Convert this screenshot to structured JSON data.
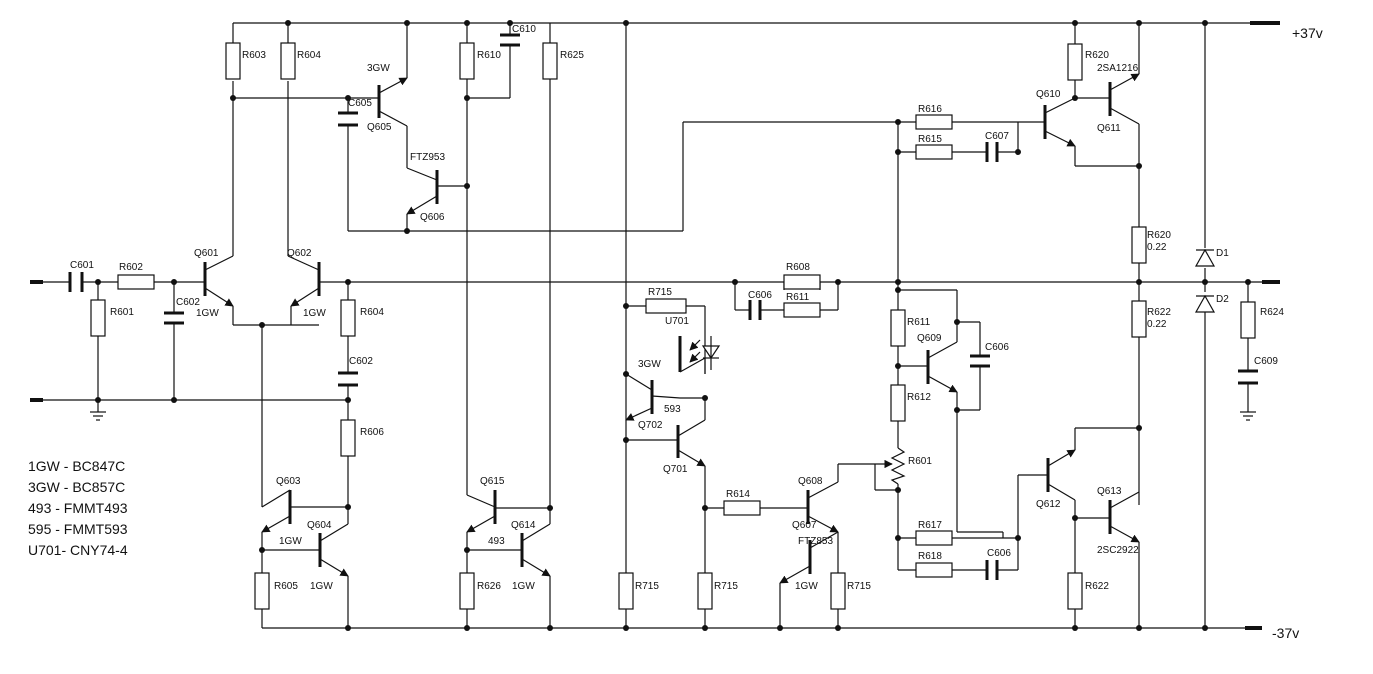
{
  "rails": {
    "positive": "+37v",
    "negative": "-37v"
  },
  "legend": [
    "1GW - BC847C",
    "3GW - BC857C",
    "493 - FMMT493",
    "595 - FMMT593",
    "U701- CNY74-4"
  ],
  "labels": {
    "c601": "C601",
    "r602": "R602",
    "r601": "R601",
    "c602": "C602",
    "q601": "Q601",
    "q601_t": "1GW",
    "q602": "Q602",
    "q602_t": "1GW",
    "r603": "R603",
    "r604a": "R604",
    "r604b": "R604",
    "c602b": "C602",
    "r606": "R606",
    "c605": "C605",
    "q605": "Q605",
    "q605_t": "3GW",
    "ftz953": "FTZ953",
    "q606": "Q606",
    "r610": "R610",
    "c610": "C610",
    "r625": "R625",
    "q603": "Q603",
    "q603_t": "1GW",
    "q604": "Q604",
    "q604_t": "1GW",
    "r605": "R605",
    "q615": "Q615",
    "q614": "Q614",
    "q614_t": "493",
    "q614_t2": "1GW",
    "r626": "R626",
    "r715a": "R715",
    "u701": "U701",
    "q702_t": "3GW",
    "q702_n": "593",
    "q702": "Q702",
    "q701": "Q701",
    "r715b": "R715",
    "r715c": "R715",
    "r715d": "R715",
    "r614": "R614",
    "q608": "Q608",
    "q607": "Q607",
    "ftz853": "FTZ853",
    "q607_t": "1GW",
    "r608": "R608",
    "c606a": "C606",
    "r611a": "R611",
    "r616": "R616",
    "r615": "R615",
    "c607": "C607",
    "r611b": "R611",
    "q609": "Q609",
    "c606b": "C606",
    "r612": "R612",
    "r601b": "R601",
    "r617": "R617",
    "r618": "R618",
    "c606c": "C606",
    "q610": "Q610",
    "r620a": "R620",
    "q611_t": "2SA1216",
    "q611": "Q611",
    "r620b": "R620",
    "r620b_v": "0.22",
    "r622a": "R622",
    "r622a_v": "0.22",
    "q612": "Q612",
    "q613": "Q613",
    "q613_t": "2SC2922",
    "r622b": "R622",
    "d1": "D1",
    "d2": "D2",
    "r624": "R624",
    "c609": "C609"
  }
}
